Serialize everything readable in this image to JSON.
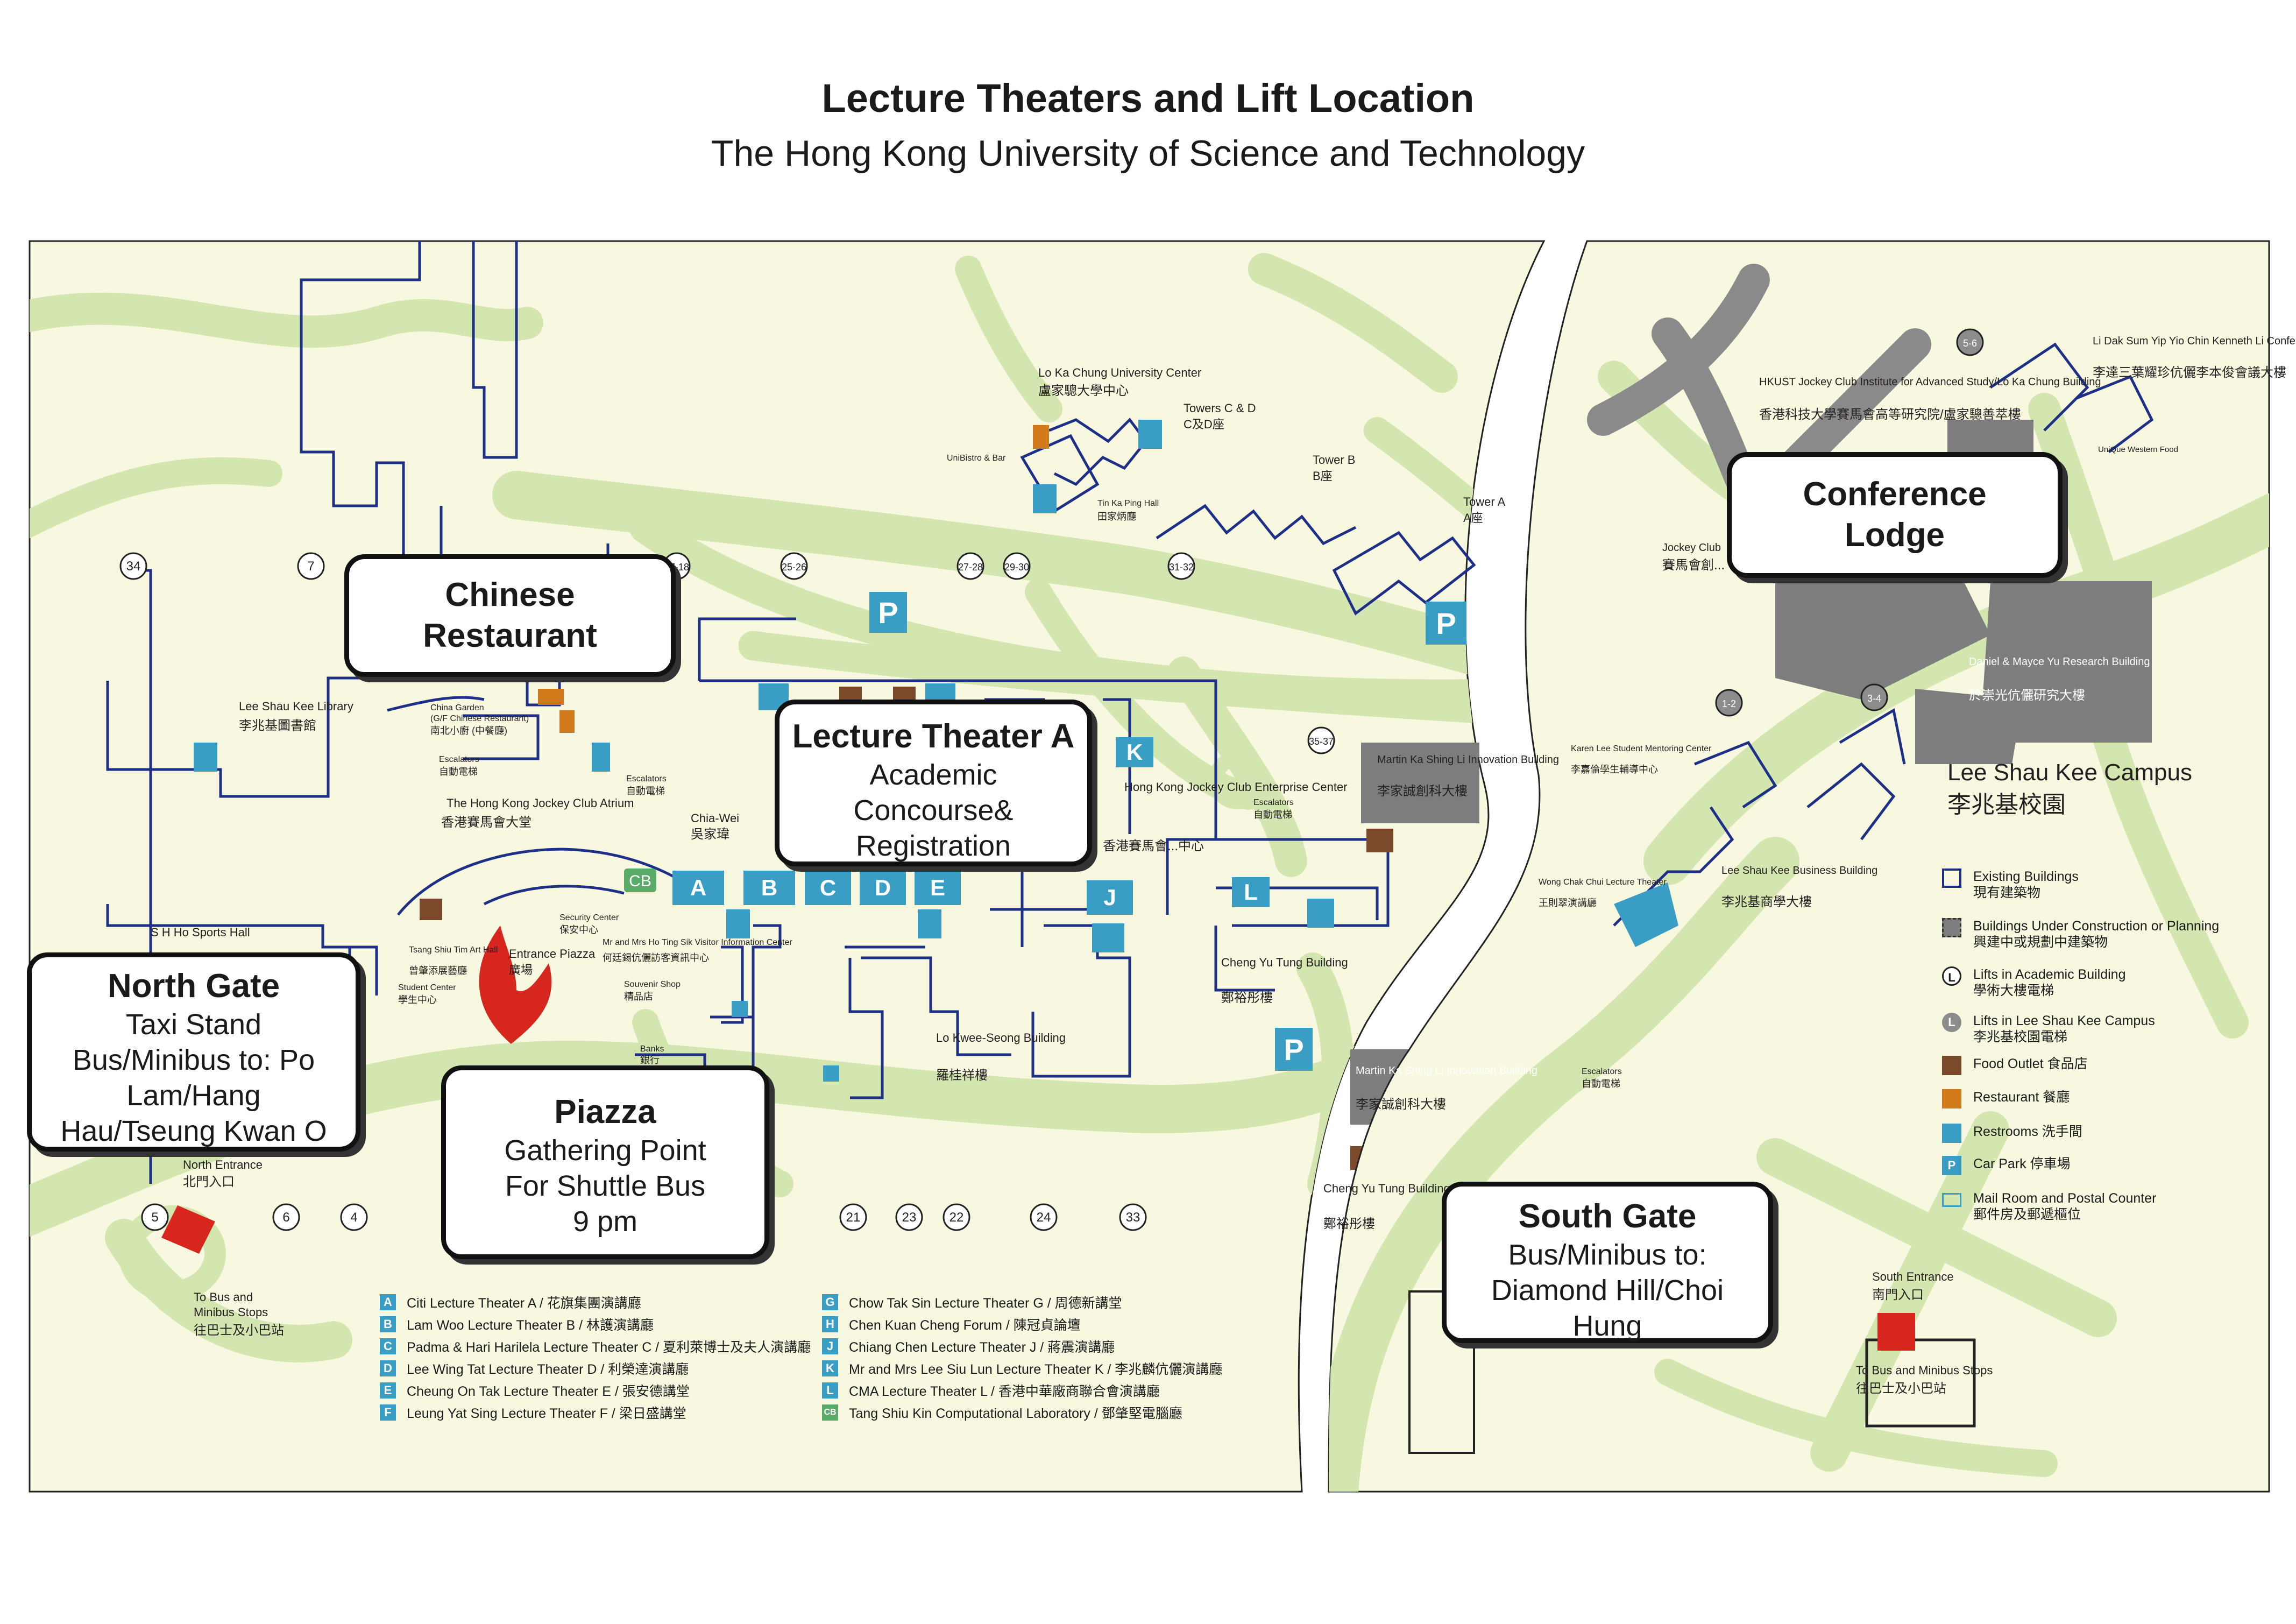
{
  "title": "Lecture Theaters and Lift Location",
  "subtitle": "The Hong Kong University of Science and Technology",
  "colors": {
    "land": "#f7f8df",
    "road": "#d4e6b0",
    "building": "#1d2f86",
    "lt": "#3a9ec4",
    "gray": "#7d7d7d",
    "cb": "#5aab68"
  },
  "callouts": {
    "chinese_restaurant": {
      "title": "Chinese Restaurant"
    },
    "lecture_theater_a": {
      "title": "Lecture Theater A",
      "body": "Academic Concourse& Registration"
    },
    "north_gate": {
      "title": "North Gate",
      "body": "Taxi Stand Bus/Minibus to: Po Lam/Hang Hau/Tseung Kwan O"
    },
    "piazza": {
      "title": "Piazza",
      "body": "Gathering Point For Shuttle Bus 9 pm"
    },
    "conference_lodge": {
      "title": "Conference Lodge"
    },
    "south_gate": {
      "title": "South Gate",
      "body": "Bus/Minibus to: Diamond Hill/Choi Hung"
    }
  },
  "lt_boxes": [
    "A",
    "B",
    "C",
    "D",
    "E",
    "J",
    "K",
    "L"
  ],
  "cb_label": "CB",
  "lifts_academic": [
    "34",
    "7",
    "17-18",
    "25-26",
    "27-28",
    "29-30",
    "31-32",
    "35-37",
    "5",
    "6",
    "4",
    "21",
    "23",
    "22",
    "24",
    "33"
  ],
  "lifts_lsk": [
    "5-6",
    "1-2",
    "3-4"
  ],
  "places": {
    "lo_ka_chung": "Lo Ka Chung University Center",
    "lo_ka_chung_zh": "盧家驄大學中心",
    "towers_cd": "Towers C & D",
    "towers_cd_zh": "C及D座",
    "tower_b": "Tower B",
    "tower_b_zh": "B座",
    "tower_a": "Tower A",
    "tower_a_zh": "A座",
    "unibistro": "UniBistro & Bar",
    "tin_ka_ping": "Tin Ka Ping Hall",
    "tin_ka_ping_zh": "田家炳廳",
    "lee_shau_kee_library": "Lee Shau Kee Library",
    "lee_shau_kee_library_zh": "李兆基圖書館",
    "china_garden": "China Garden",
    "china_garden_2": "(G/F Chinese Restaurant)",
    "china_garden_zh": "南北小廚 (中餐廳)",
    "escalators": "Escalators",
    "escalators_zh": "自動電梯",
    "jockey_atrium": "The Hong Kong Jockey Club Atrium",
    "jockey_atrium_zh": "香港賽馬會大堂",
    "chia_wei": "Chia-Wei",
    "chia_wei_zh": "吳家瑋",
    "jockey_club_house": "Hong Kong Jockey Club Enterprise Center",
    "jockey_club_house_zh": "香港賽馬會...中心",
    "martin_ka_shing_top": "Martin Ka Shing Li Innovation Building",
    "martin_ka_shing_top_zh": "李家誠創科大樓",
    "martin_ka_shing_bot": "Martin Ka Shing Li Innovation Building",
    "martin_ka_shing_bot_zh": "李家誠創科大樓",
    "sh_ho": "S H Ho Sports Hall",
    "tsang_shiu_tim": "Tsang Shiu Tim Art Hall",
    "tsang_shiu_tim_zh": "曾肇添展藝廳",
    "student_center": "Student Center",
    "student_center_zh": "學生中心",
    "security_center": "Security Center",
    "security_center_zh": "保安中心",
    "visitor_info": "Mr and Mrs Ho Ting Sik Visitor Information Center",
    "visitor_info_zh": "何廷錫伉儷訪客資訊中心",
    "entrance_piazza": "Entrance Piazza",
    "entrance_piazza_zh": "廣場",
    "souvenir": "Souvenir Shop",
    "souvenir_zh": "精品店",
    "banks": "Banks",
    "banks_zh": "銀行",
    "lo_kwee_seong": "Lo Kwee-Seong Building",
    "lo_kwee_seong_zh": "羅桂祥樓",
    "cheng_yu_tung_top": "Cheng Yu Tung Building",
    "cheng_yu_tung_top_zh": "鄭裕彤樓",
    "cheng_yu_tung_bot": "Cheng Yu Tung Building",
    "cheng_yu_tung_bot_zh": "鄭裕彤樓",
    "north_entrance": "North Entrance",
    "north_entrance_zh": "北門入口",
    "to_bus_north_1": "To Bus and",
    "to_bus_north_2": "Minibus Stops",
    "to_bus_north_zh": "往巴士及小巴站",
    "south_entrance": "South Entrance",
    "south_entrance_zh": "南門入口",
    "to_bus_south": "To Bus and Minibus Stops",
    "to_bus_south_zh": "往巴士及小巴站",
    "li_dak_sum": "Li Dak Sum Yip Yio Chin Kenneth Li Conference Lodge",
    "li_dak_sum_zh": "李達三葉耀珍伉儷李本俊會議大樓",
    "ias": "HKUST Jockey Club Institute for Advanced Study/Lo Ka Chung Building",
    "ias_zh": "香港科技大學賽馬會高等研究院/盧家驄善萃樓",
    "unique": "UniQue Western Food",
    "jockey_club_lsk": "Jockey Club",
    "jockey_club_lsk_zh": "賽馬會創...",
    "daniel_mayce": "Daniel & Mayce Yu Research Building",
    "daniel_mayce_zh": "於崇光伉儷研究大樓",
    "karen_lee": "Karen Lee Student Mentoring Center",
    "karen_lee_zh": "李嘉倫學生輔導中心",
    "wong_chak_chui": "Wong Chak Chui Lecture Theater",
    "wong_chak_chui_zh": "王則翠演講廳",
    "lsk_business": "Lee Shau Kee Business Building",
    "lsk_business_zh": "李兆基商學大樓",
    "lsk_campus": "Lee Shau Kee Campus",
    "lsk_campus_zh": "李兆基校園"
  },
  "legend_lt": [
    {
      "code": "A",
      "text": "Citi Lecture Theater A / 花旗集團演講廳"
    },
    {
      "code": "B",
      "text": "Lam Woo Lecture Theater B / 林護演講廳"
    },
    {
      "code": "C",
      "text": "Padma & Hari Harilela Lecture Theater C / 夏利萊博士及夫人演講廳"
    },
    {
      "code": "D",
      "text": "Lee Wing Tat Lecture Theater D / 利榮達演講廳"
    },
    {
      "code": "E",
      "text": "Cheung On Tak Lecture Theater E / 張安德講堂"
    },
    {
      "code": "F",
      "text": "Leung Yat Sing Lecture Theater F / 梁日盛講堂"
    },
    {
      "code": "G",
      "text": "Chow Tak Sin Lecture Theater G / 周德新講堂"
    },
    {
      "code": "H",
      "text": "Chen Kuan Cheng Forum / 陳冠貞論壇"
    },
    {
      "code": "J",
      "text": "Chiang Chen Lecture Theater J / 蔣震演講廳"
    },
    {
      "code": "K",
      "text": "Mr and Mrs Lee Siu Lun Lecture Theater K / 李兆麟伉儷演講廳"
    },
    {
      "code": "L",
      "text": "CMA Lecture Theater L / 香港中華廠商聯合會演講廳"
    },
    {
      "code": "CB",
      "text": "Tang Shiu Kin Computational Laboratory / 鄧肇堅電腦廳"
    }
  ],
  "legend_symbols": [
    {
      "icon": "existing",
      "text": "Existing Buildings",
      "zh": "現有建築物"
    },
    {
      "icon": "construction",
      "text": "Buildings Under Construction or Planning",
      "zh": "興建中或規劃中建築物"
    },
    {
      "icon": "lift-academic",
      "text": "Lifts in Academic Building",
      "zh": "學術大樓電梯",
      "glyph": "L"
    },
    {
      "icon": "lift-lsk",
      "text": "Lifts in Lee Shau Kee Campus",
      "zh": "李兆基校園電梯",
      "glyph": "L"
    },
    {
      "icon": "food",
      "text": "Food Outlet 食品店"
    },
    {
      "icon": "restaurant",
      "text": "Restaurant 餐廳"
    },
    {
      "icon": "restroom",
      "text": "Restrooms 洗手間"
    },
    {
      "icon": "parking",
      "text": "Car Park 停車場",
      "glyph": "P"
    },
    {
      "icon": "mail",
      "text": "Mail Room and Postal Counter",
      "zh": "郵件房及郵遞櫃位"
    }
  ],
  "parking_glyph": "P"
}
